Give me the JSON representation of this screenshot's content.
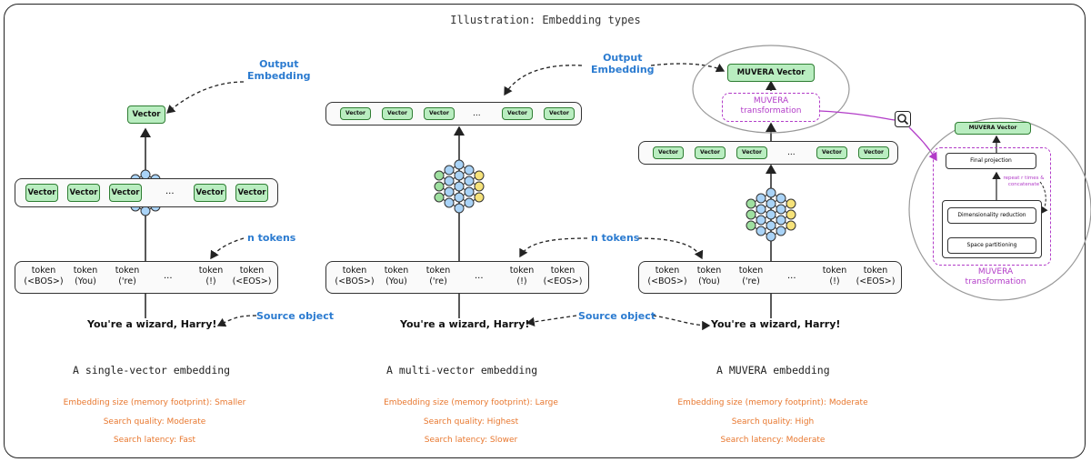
{
  "title": "Illustration: Embedding types",
  "colors": {
    "vector_fill": "#b9edc0",
    "vector_border": "#2e7d32",
    "label_blue": "#2b7bd0",
    "muvera_purple": "#b23cc8",
    "metric_orange": "#e8772e",
    "node_green": "#9fe0a0",
    "node_blue": "#a9d3f7",
    "node_yellow": "#f6e27a"
  },
  "vector_label": "Vector",
  "ellipsis": "...",
  "tokens": [
    "token\n(<BOS>)",
    "token\n(You)",
    "token\n('re)",
    "token\n(!)",
    "token\n(<EOS>)"
  ],
  "labels": {
    "output_embedding_1": "Output\nEmbedding",
    "output_embedding_2": "Output\nEmbedding",
    "n_tokens_1": "n tokens",
    "n_tokens_2": "n tokens",
    "source_object_1": "Source object",
    "source_object_2": "Source object"
  },
  "source_text": "You're a wizard, Harry!",
  "muvera": {
    "vector_label": "MUVERA Vector",
    "transformation_label": "MUVERA\ntransformation",
    "zoom": {
      "vector_label": "MUVERA Vector",
      "final_projection": "Final projection",
      "repeat_note": "repeat r times &\nconcatenate",
      "dimensionality_reduction": "Dimensionality reduction",
      "space_partitioning": "Space partitioning",
      "caption": "MUVERA\ntransformation"
    }
  },
  "panels": [
    {
      "caption": "A single-vector embedding",
      "metrics": [
        "Embedding size (memory footprint): Smaller",
        "Search quality: Moderate",
        "Search latency: Fast"
      ]
    },
    {
      "caption": "A multi-vector embedding",
      "metrics": [
        "Embedding size (memory footprint): Large",
        "Search quality: Highest",
        "Search latency: Slower"
      ]
    },
    {
      "caption": "A MUVERA embedding",
      "metrics": [
        "Embedding size (memory footprint): Moderate",
        "Search quality: High",
        "Search latency: Moderate"
      ]
    }
  ]
}
